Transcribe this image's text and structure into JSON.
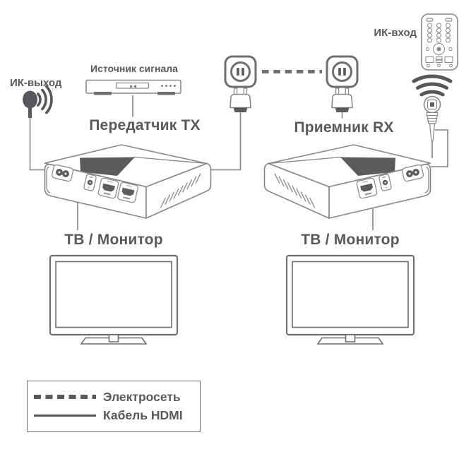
{
  "colors": {
    "text": "#58595b",
    "art_outline": "#85878a",
    "accent_outline": "#6d6e71",
    "dark_fill": "#5a5c5e",
    "background": "#ffffff"
  },
  "tx_side": {
    "ir_out_label": "ИК-выход",
    "source_label": "Источник сигнала",
    "device_label": "Передатчик TX",
    "tv_label": "ТВ / Монитор"
  },
  "rx_side": {
    "ir_in_label": "ИК-вход",
    "device_label": "Приемник RX",
    "tv_label": "ТВ / Монитор"
  },
  "legend": {
    "items": [
      {
        "line_style": "dashed",
        "label": "Электросеть"
      },
      {
        "line_style": "solid",
        "label": "Кабель HDMI"
      }
    ]
  },
  "icons": {
    "ir-out-icon": "filled dot emitting signal waves",
    "signal-source-icon": "dvd media player box",
    "power-outlet-icon": "rounded wall socket",
    "power-plug-icon": "two-prong plug on cable",
    "mains-dashed-line": "thick dashed gray line",
    "remote-control-icon": "remote control with buttons",
    "ir-waves-icon": "three concentric arcs",
    "ir-receiver-icon": "ir eye sensor on cable",
    "tx-device-icon": "hdmi extender box, two hdmi ports",
    "rx-device-icon": "hdmi extender box, one hdmi port",
    "tv-icon": "flat screen tv on stand"
  }
}
